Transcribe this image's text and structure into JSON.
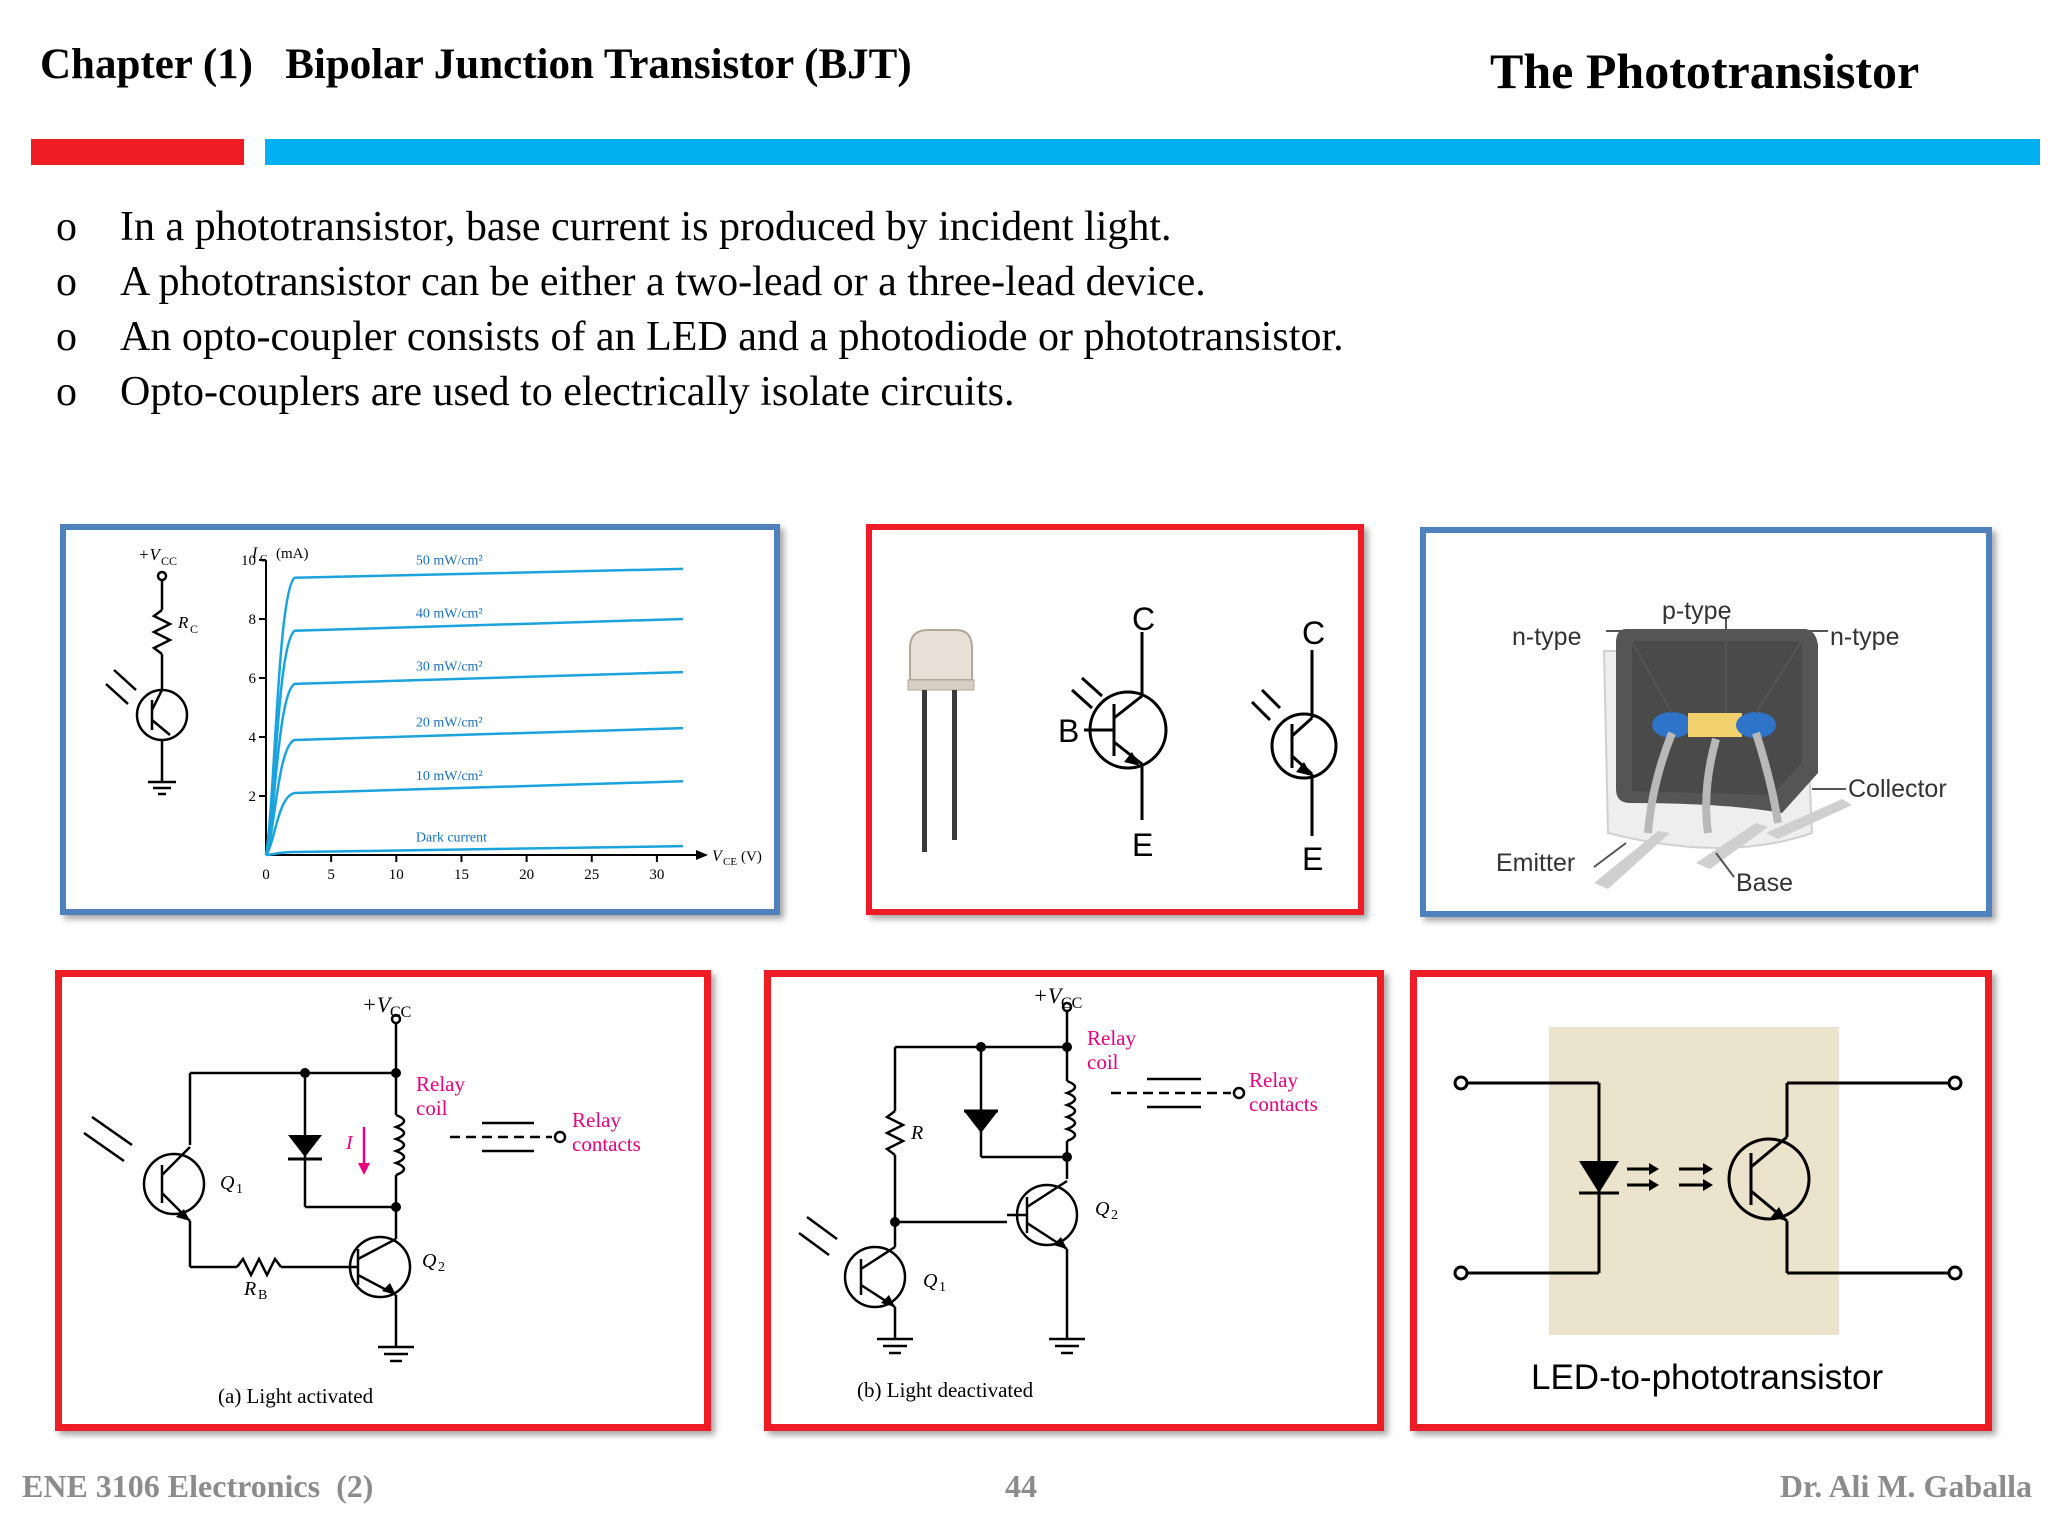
{
  "header": {
    "chapter": "Chapter (1)   Bipolar Junction Transistor (BJT)",
    "topic": "The Phototransistor"
  },
  "colors": {
    "red_bar": "#ee1c25",
    "blue_bar": "#00b0f0",
    "panel_red": "#ee1c25",
    "panel_blue": "#4f81bd",
    "curve": "#1ba3dd",
    "label_blue": "#1b6fbf",
    "label_pink": "#e6007e"
  },
  "bullets": [
    {
      "marker": "o",
      "text": "In a phototransistor, base current is produced by incident light."
    },
    {
      "marker": "o",
      "text": "A phototransistor can be either a two-lead or a three-lead device."
    },
    {
      "marker": "o",
      "text": "An opto-coupler consists of an LED and a photodiode or phototransistor."
    },
    {
      "marker": "o",
      "text": "Opto-couplers are used to electrically isolate circuits."
    }
  ],
  "fig_characteristics": {
    "circuit_labels": {
      "vcc": "+V",
      "vcc_sub": "CC",
      "rc": "R",
      "rc_sub": "C"
    },
    "chart_data": {
      "type": "line",
      "ylabel": "I",
      "ylabel_sub": "C",
      "ylabel_unit": "(mA)",
      "xlabel": "V",
      "xlabel_sub": "CE",
      "xlabel_unit": "(V)",
      "xlim": [
        0,
        33
      ],
      "ylim": [
        0,
        10
      ],
      "x_ticks": [
        "0",
        "5",
        "10",
        "15",
        "20",
        "25",
        "30"
      ],
      "y_ticks": [
        "2",
        "4",
        "6",
        "8",
        "10"
      ],
      "series": [
        {
          "name": "50 mW/cm²",
          "sat": 9.4,
          "end": 9.7
        },
        {
          "name": "40 mW/cm²",
          "sat": 7.6,
          "end": 8.0
        },
        {
          "name": "30 mW/cm²",
          "sat": 5.8,
          "end": 6.2
        },
        {
          "name": "20 mW/cm²",
          "sat": 3.9,
          "end": 4.3
        },
        {
          "name": "10 mW/cm²",
          "sat": 2.1,
          "end": 2.5
        },
        {
          "name": "Dark current",
          "sat": 0.1,
          "end": 0.3
        }
      ]
    }
  },
  "fig_symbols": {
    "c1": "C",
    "b1": "B",
    "e1": "E",
    "c2": "C",
    "e2": "E"
  },
  "fig_construction": {
    "p_type": "p-type",
    "n_type_left": "n-type",
    "n_type_right": "n-type",
    "collector": "Collector",
    "emitter": "Emitter",
    "base": "Base"
  },
  "fig_relay_a": {
    "vcc": "+V",
    "vcc_sub": "CC",
    "relay_coil": [
      "Relay",
      "coil"
    ],
    "relay_contacts": [
      "Relay",
      "contacts"
    ],
    "current": "I",
    "q1": "Q",
    "q1_sub": "1",
    "q2": "Q",
    "q2_sub": "2",
    "rb": "R",
    "rb_sub": "B",
    "caption": "(a) Light activated"
  },
  "fig_relay_b": {
    "vcc": "+V",
    "vcc_sub": "CC",
    "relay_coil": [
      "Relay",
      "coil"
    ],
    "relay_contacts": [
      "Relay",
      "contacts"
    ],
    "r": "R",
    "q1": "Q",
    "q1_sub": "1",
    "q2": "Q",
    "q2_sub": "2",
    "caption": "(b) Light deactivated"
  },
  "fig_optocoupler": {
    "caption": "LED-to-phototransistor"
  },
  "footer": {
    "course": "ENE 3106 Electronics  (2)",
    "page": "44",
    "author": "Dr. Ali M. Gaballa"
  }
}
